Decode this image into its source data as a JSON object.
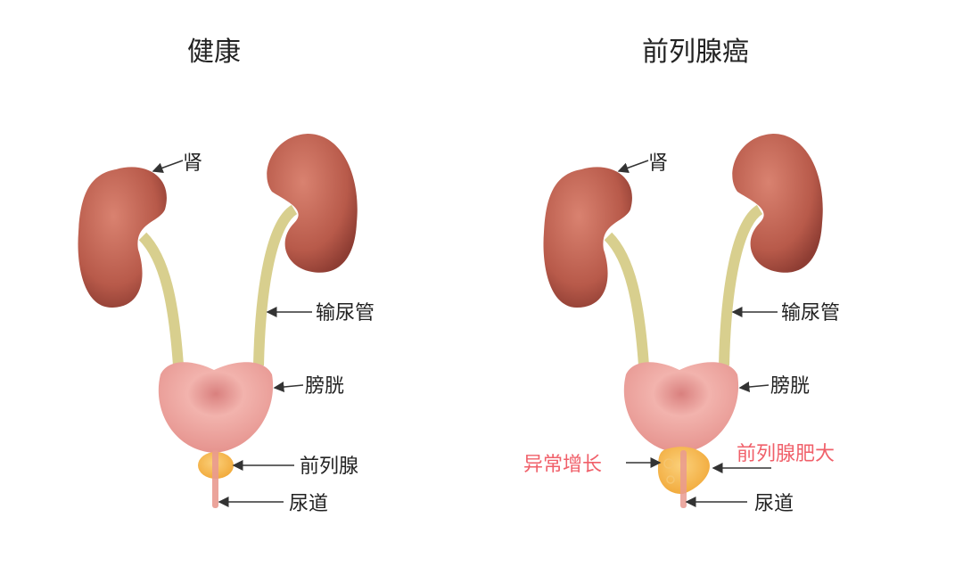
{
  "healthy": {
    "title": "健康",
    "labels": {
      "kidney": "肾",
      "ureter": "输尿管",
      "bladder": "膀胱",
      "prostate": "前列腺",
      "urethra": "尿道"
    }
  },
  "cancer": {
    "title": "前列腺癌",
    "labels": {
      "kidney": "肾",
      "ureter": "输尿管",
      "bladder": "膀胱",
      "abnormal_growth": "异常增长",
      "enlarged_prostate": "前列腺肥大",
      "urethra": "尿道"
    }
  },
  "colors": {
    "kidney": "#c0604f",
    "ureter": "#d8cf8e",
    "bladder": "#eea6a0",
    "prostate": "#f6b94e",
    "highlight_text": "#f0606a"
  }
}
